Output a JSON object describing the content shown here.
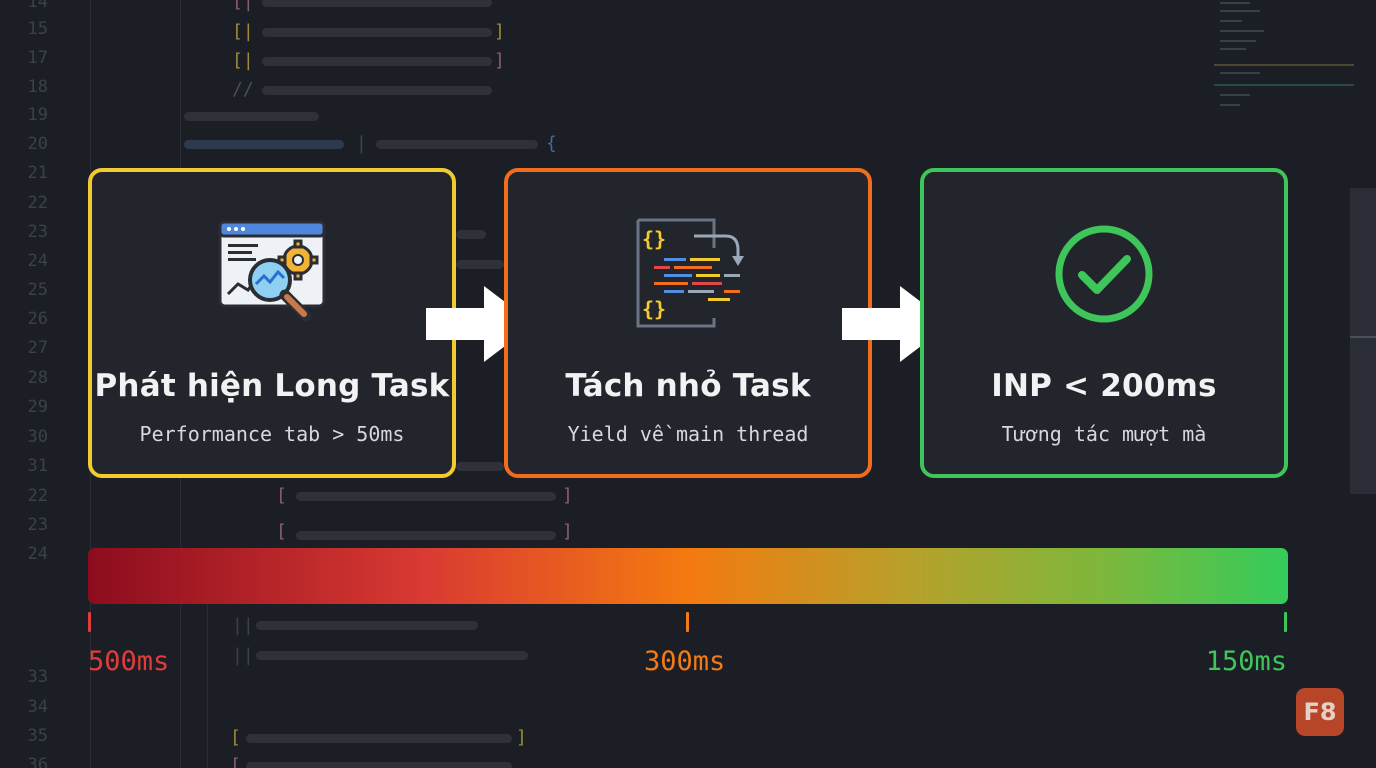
{
  "editor": {
    "line_numbers": [
      "14",
      "15",
      "17",
      "18",
      "19",
      "20",
      "21",
      "22",
      "23",
      "24",
      "25",
      "26",
      "27",
      "28",
      "29",
      "30",
      "31",
      "22",
      "23",
      "24",
      "33",
      "34",
      "35",
      "36"
    ]
  },
  "steps": [
    {
      "title": "Phát hiện Long Task",
      "subtitle": "Performance tab > 50ms",
      "icon": "performance-analysis-icon",
      "border_color": "#f2cc2e"
    },
    {
      "title": "Tách nhỏ Task",
      "subtitle": "Yield về main thread",
      "icon": "code-split-icon",
      "border_color": "#f26c1e"
    },
    {
      "title": "INP < 200ms",
      "subtitle": "Tương tác mượt mà",
      "icon": "check-circle-icon",
      "border_color": "#3ec65a"
    }
  ],
  "scale": {
    "labels": [
      {
        "text": "500ms",
        "color": "#e03c3c"
      },
      {
        "text": "300ms",
        "color": "#f27a18"
      },
      {
        "text": "150ms",
        "color": "#3ec65a"
      }
    ],
    "gradient": [
      "#8c0c1e",
      "#f47a10",
      "#34cc5a"
    ]
  },
  "brand": {
    "text": "F8",
    "color": "#c84a28"
  }
}
